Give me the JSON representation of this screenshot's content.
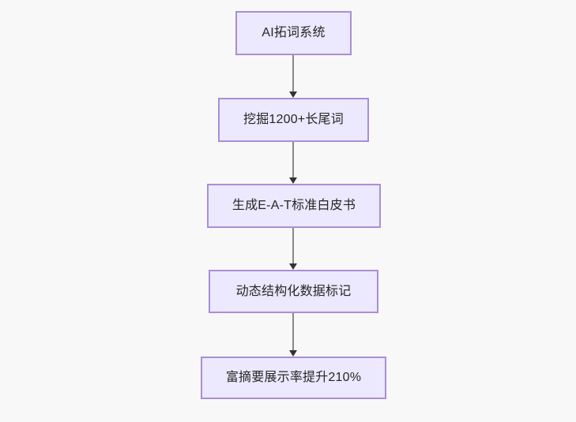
{
  "diagram": {
    "type": "flowchart",
    "direction": "top-to-bottom",
    "background_color": "#f8f8f8",
    "node_fill_color": "#ece8fd",
    "node_border_color": "#a98fd4",
    "node_text_color": "#262626",
    "edge_color": "#888888",
    "arrowhead_color": "#333333",
    "nodes": [
      {
        "id": "node-1",
        "label": "AI拓词系统"
      },
      {
        "id": "node-2",
        "label": "挖掘1200+长尾词"
      },
      {
        "id": "node-3",
        "label": "生成E-A-T标准白皮书"
      },
      {
        "id": "node-4",
        "label": "动态结构化数据标记"
      },
      {
        "id": "node-5",
        "label": "富摘要展示率提升210%"
      }
    ],
    "edges": [
      {
        "id": "edge-1",
        "from": "node-1",
        "to": "node-2"
      },
      {
        "id": "edge-2",
        "from": "node-2",
        "to": "node-3"
      },
      {
        "id": "edge-3",
        "from": "node-3",
        "to": "node-4"
      },
      {
        "id": "edge-4",
        "from": "node-4",
        "to": "node-5"
      }
    ]
  }
}
